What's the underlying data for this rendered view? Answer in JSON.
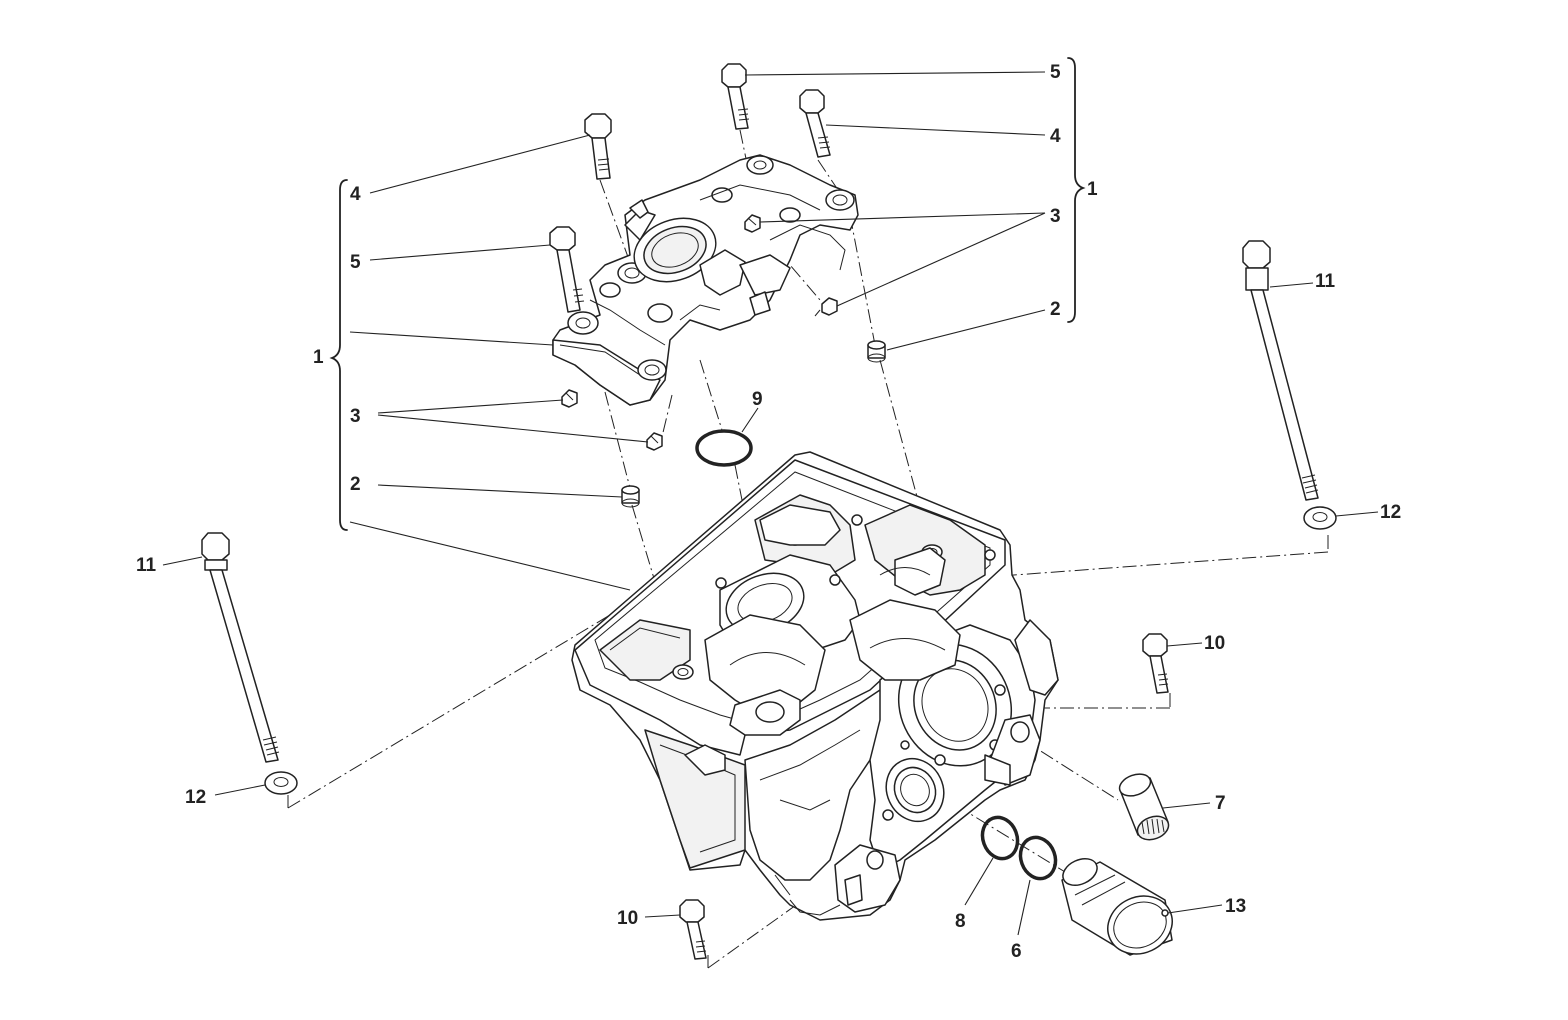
{
  "diagram": {
    "callouts": {
      "c1_right": "1",
      "c1_left": "1",
      "c2_right": "2",
      "c2_left": "2",
      "c3_right": "3",
      "c3_left": "3",
      "c4_right": "4",
      "c4_left": "4",
      "c5_right": "5",
      "c5_left": "5",
      "c6": "6",
      "c7": "7",
      "c8": "8",
      "c9": "9",
      "c10_right": "10",
      "c10_left": "10",
      "c11_right": "11",
      "c11_left": "11",
      "c12_right": "12",
      "c12_left": "12",
      "c13": "13"
    }
  }
}
